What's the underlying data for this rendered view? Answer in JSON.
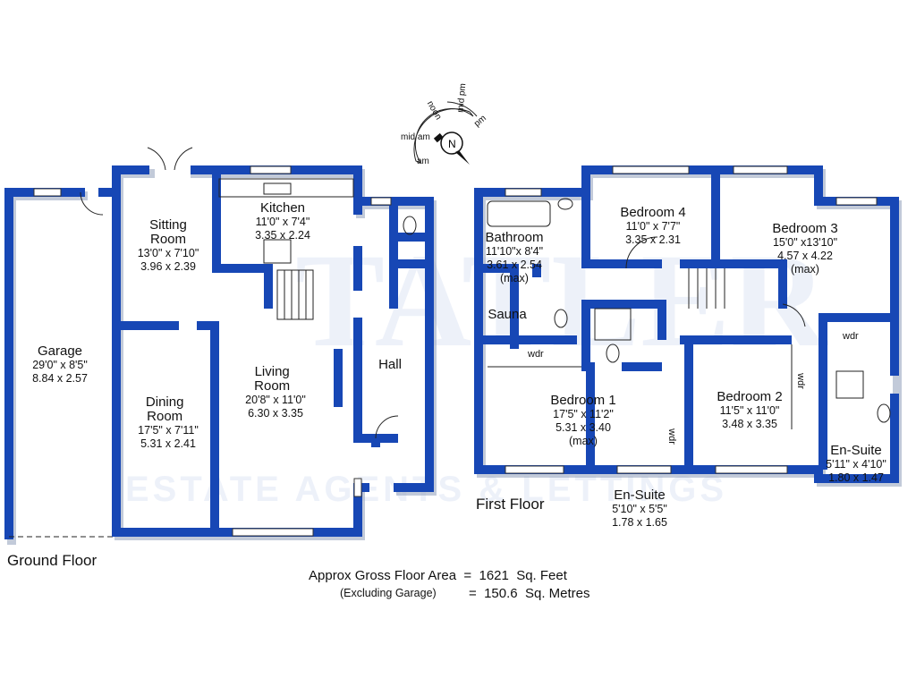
{
  "watermark": {
    "brand": "TATLER",
    "tagline": "ESTATE AGENTS & LETTINGS"
  },
  "compass": {
    "labels": [
      "mid am",
      "am",
      "noon",
      "mid pm",
      "pm"
    ],
    "north": "N"
  },
  "ground_floor": {
    "title": "Ground Floor",
    "rooms": [
      {
        "name": "Garage",
        "imperial": "29'0\" x 8'5\"",
        "metric": "8.84 x 2.57"
      },
      {
        "name": "Sitting Room",
        "imperial": "13'0\" x 7'10\"",
        "metric": "3.96 x 2.39"
      },
      {
        "name": "Kitchen",
        "imperial": "11'0\" x 7'4\"",
        "metric": "3.35 x 2.24"
      },
      {
        "name": "Dining Room",
        "imperial": "17'5\" x 7'11\"",
        "metric": "5.31 x 2.41"
      },
      {
        "name": "Living Room",
        "imperial": "20'8\" x 11'0\"",
        "metric": "6.30 x 3.35"
      },
      {
        "name": "Hall"
      }
    ]
  },
  "first_floor": {
    "title": "First Floor",
    "rooms": [
      {
        "name": "Bathroom",
        "imperial": "11'10\"x 8'4\"",
        "metric": "3.61 x 2.54",
        "note": "(max)"
      },
      {
        "name": "Bedroom 4",
        "imperial": "11'0\" x 7'7\"",
        "metric": "3.35 x 2.31"
      },
      {
        "name": "Bedroom 3",
        "imperial": "15'0\" x13'10\"",
        "metric": "4.57 x 4.22",
        "note": "(max)"
      },
      {
        "name": "Sauna"
      },
      {
        "name": "Bedroom 1",
        "imperial": "17'5\" x 11'2\"",
        "metric": "5.31 x 3.40",
        "note": "(max)"
      },
      {
        "name": "Bedroom 2",
        "imperial": "11'5\" x 11'0\"",
        "metric": "3.48 x 3.35"
      },
      {
        "name": "En-Suite",
        "imperial": "5'10\" x 5'5\"",
        "metric": "1.78 x 1.65"
      },
      {
        "name": "En-Suite",
        "imperial": "5'11\" x 4'10\"",
        "metric": "1.80 x 1.47"
      }
    ],
    "wardrobe_label": "wdr"
  },
  "area": {
    "line1": "Approx Gross Floor Area  =  1621  Sq. Feet",
    "line2": "(Excluding Garage)",
    "line2_value": "=  150.6  Sq. Metres"
  },
  "colors": {
    "wall": "#1747b5"
  }
}
